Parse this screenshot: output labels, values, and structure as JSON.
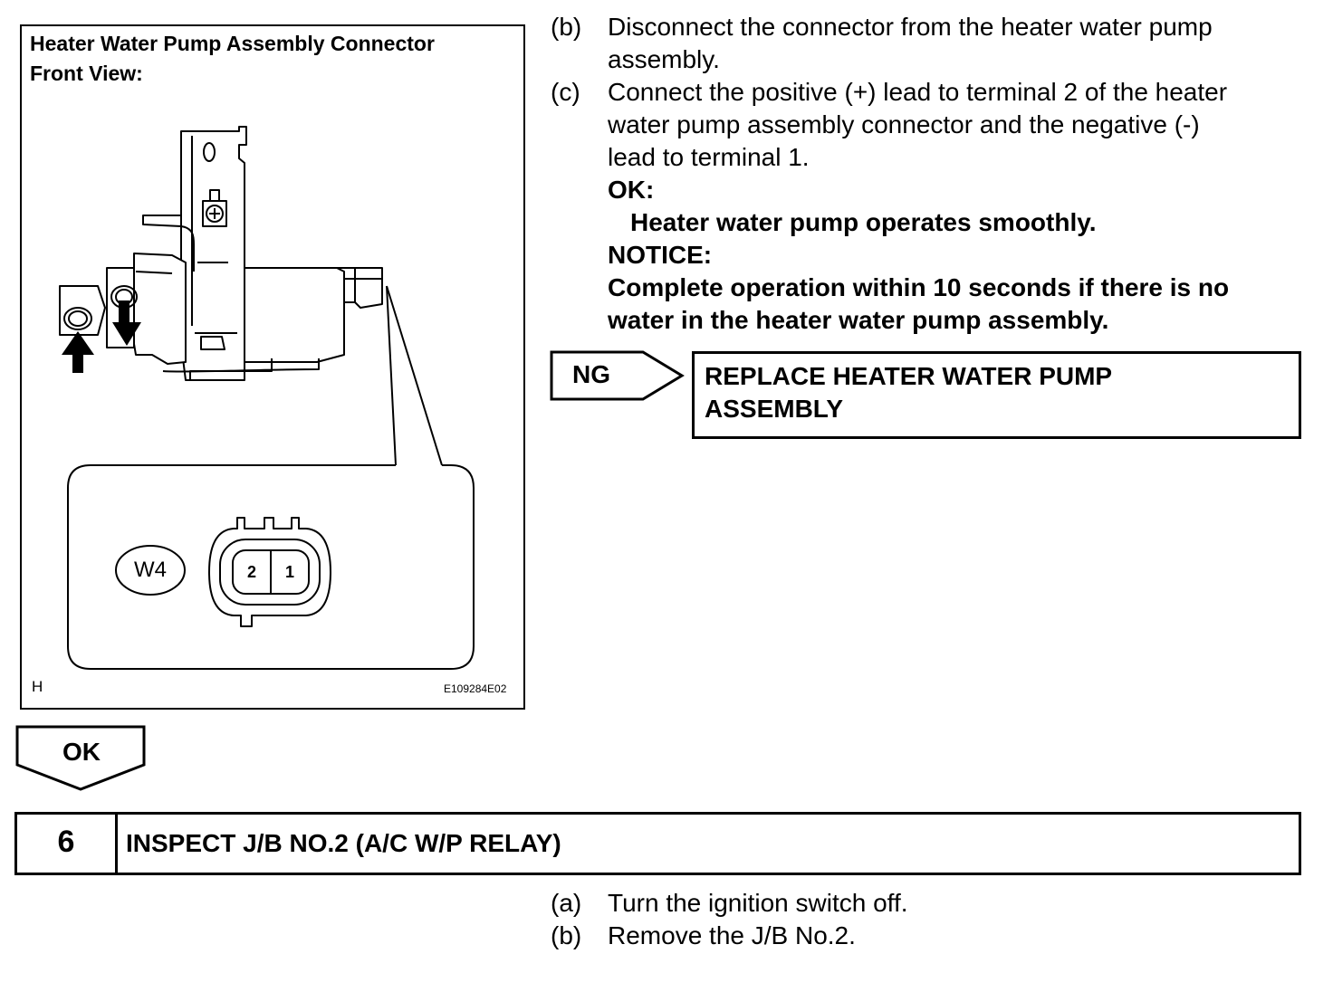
{
  "figure": {
    "title_line1": "Heater Water Pump Assembly Connector",
    "title_line2": "Front View:",
    "connector_code": "W4",
    "terminals": [
      "2",
      "1"
    ],
    "corner_letter": "H",
    "figure_id": "E109284E02"
  },
  "steps_top": [
    {
      "label": "(b)",
      "lines": [
        "Disconnect the connector from the heater water pump",
        "assembly."
      ]
    },
    {
      "label": "(c)",
      "lines": [
        "Connect the positive (+) lead to terminal 2 of the heater",
        "water pump assembly connector and the negative (-)",
        "lead to terminal 1."
      ]
    }
  ],
  "ok_block": {
    "heading": "OK:",
    "text": "Heater water pump operates smoothly."
  },
  "notice_block": {
    "heading": "NOTICE:",
    "lines": [
      "Complete operation within 10 seconds if there is no",
      "water in the heater water pump assembly."
    ]
  },
  "ng_branch": {
    "label": "NG",
    "action_lines": [
      "REPLACE HEATER WATER PUMP",
      "ASSEMBLY"
    ]
  },
  "ok_branch": {
    "label": "OK"
  },
  "section": {
    "number": "6",
    "title": "INSPECT J/B NO.2 (A/C W/P RELAY)"
  },
  "steps_bottom": [
    {
      "label": "(a)",
      "text": "Turn the ignition switch off."
    },
    {
      "label": "(b)",
      "text": "Remove the J/B No.2."
    }
  ]
}
